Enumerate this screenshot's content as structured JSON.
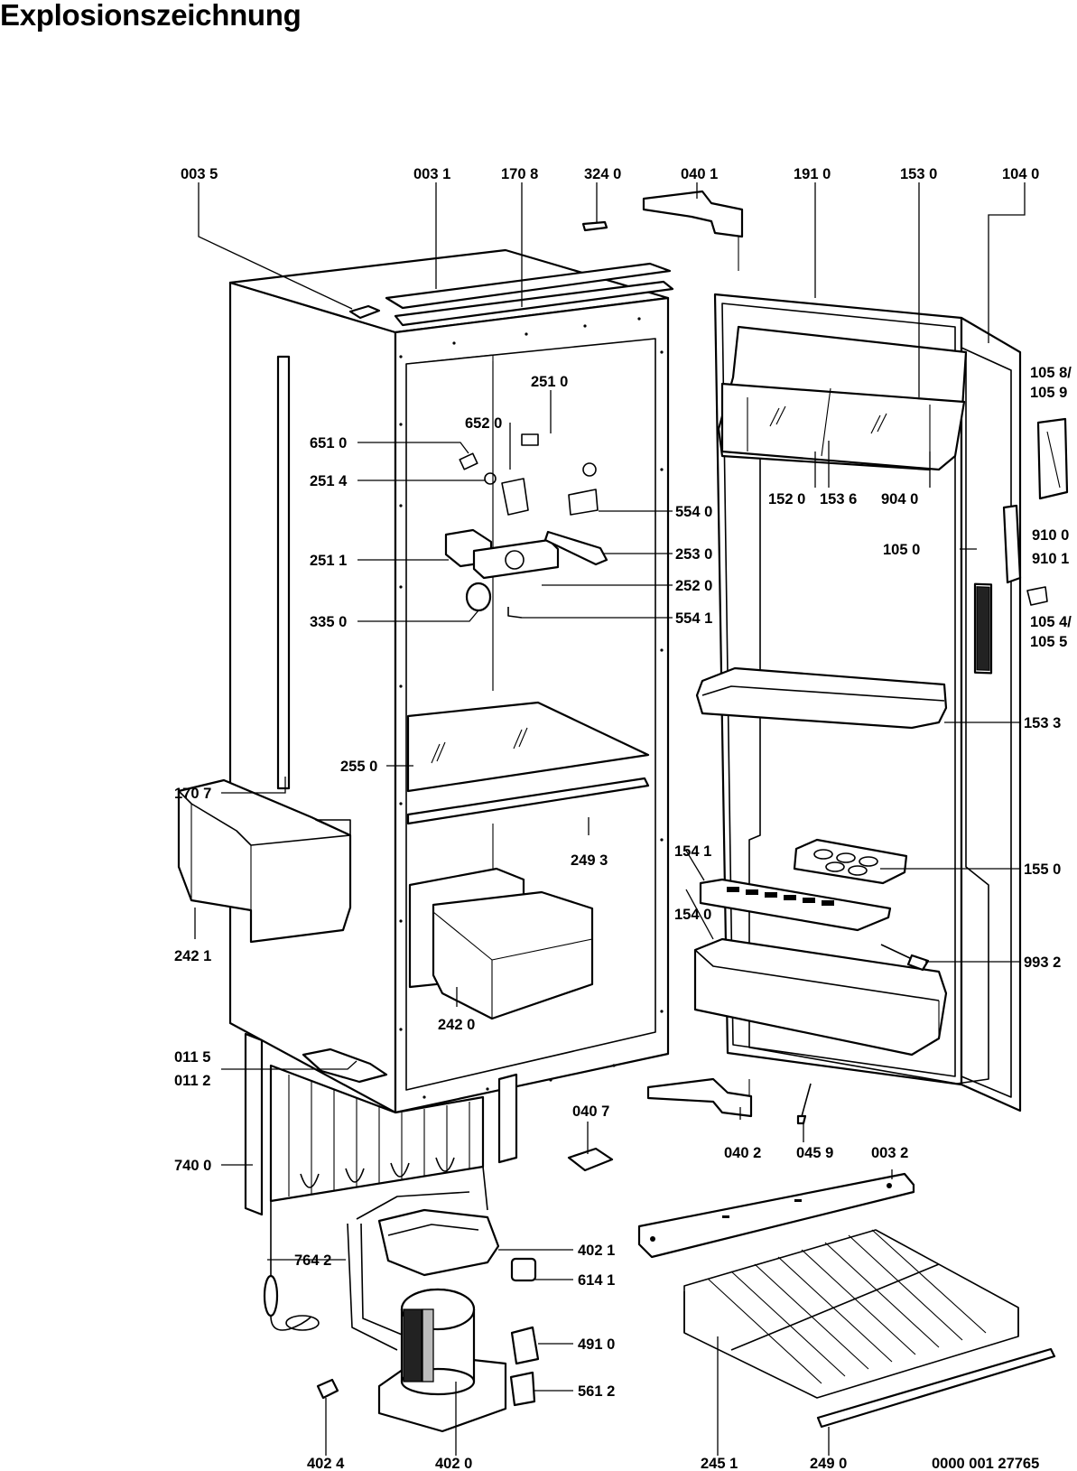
{
  "title": "Explosionszeichnung",
  "drawing_number": "0000 001 27765",
  "callouts": {
    "c0035": "003 5",
    "c0031": "003 1",
    "c1708": "170 8",
    "c3240": "324 0",
    "c0401": "040 1",
    "c1910": "191 0",
    "c1530": "153 0",
    "c1040": "104 0",
    "c2510": "251 0",
    "c6520": "652 0",
    "c6510": "651 0",
    "c2514": "251 4",
    "c2511": "251 1",
    "c3350": "335 0",
    "c5540": "554 0",
    "c2530": "253 0",
    "c2520": "252 0",
    "c5541": "554 1",
    "c1520": "152 0",
    "c1536": "153 6",
    "c9040": "904 0",
    "c1050": "105 0",
    "c1058": "105 8/",
    "c1059": "105 9",
    "c9100": "910 0",
    "c9101": "910 1",
    "c1054": "105 4/",
    "c1055": "105 5",
    "c1533": "153 3",
    "c2550": "255 0",
    "c1707": "170 7",
    "c2493": "249 3",
    "c1541": "154 1",
    "c1550": "155 0",
    "c1540": "154 0",
    "c9932": "993 2",
    "c2421": "242 1",
    "c2420": "242 0",
    "c0115": "011 5",
    "c0112": "011 2",
    "c0407": "040 7",
    "c0402": "040 2",
    "c0459": "045 9",
    "c0032": "003 2",
    "c7400": "740 0",
    "c7642": "764 2",
    "c4021": "402 1",
    "c6141": "614 1",
    "c4910": "491 0",
    "c5612": "561 2",
    "c4024": "402 4",
    "c4020": "402 0",
    "c2451": "245 1",
    "c2490": "249 0"
  }
}
